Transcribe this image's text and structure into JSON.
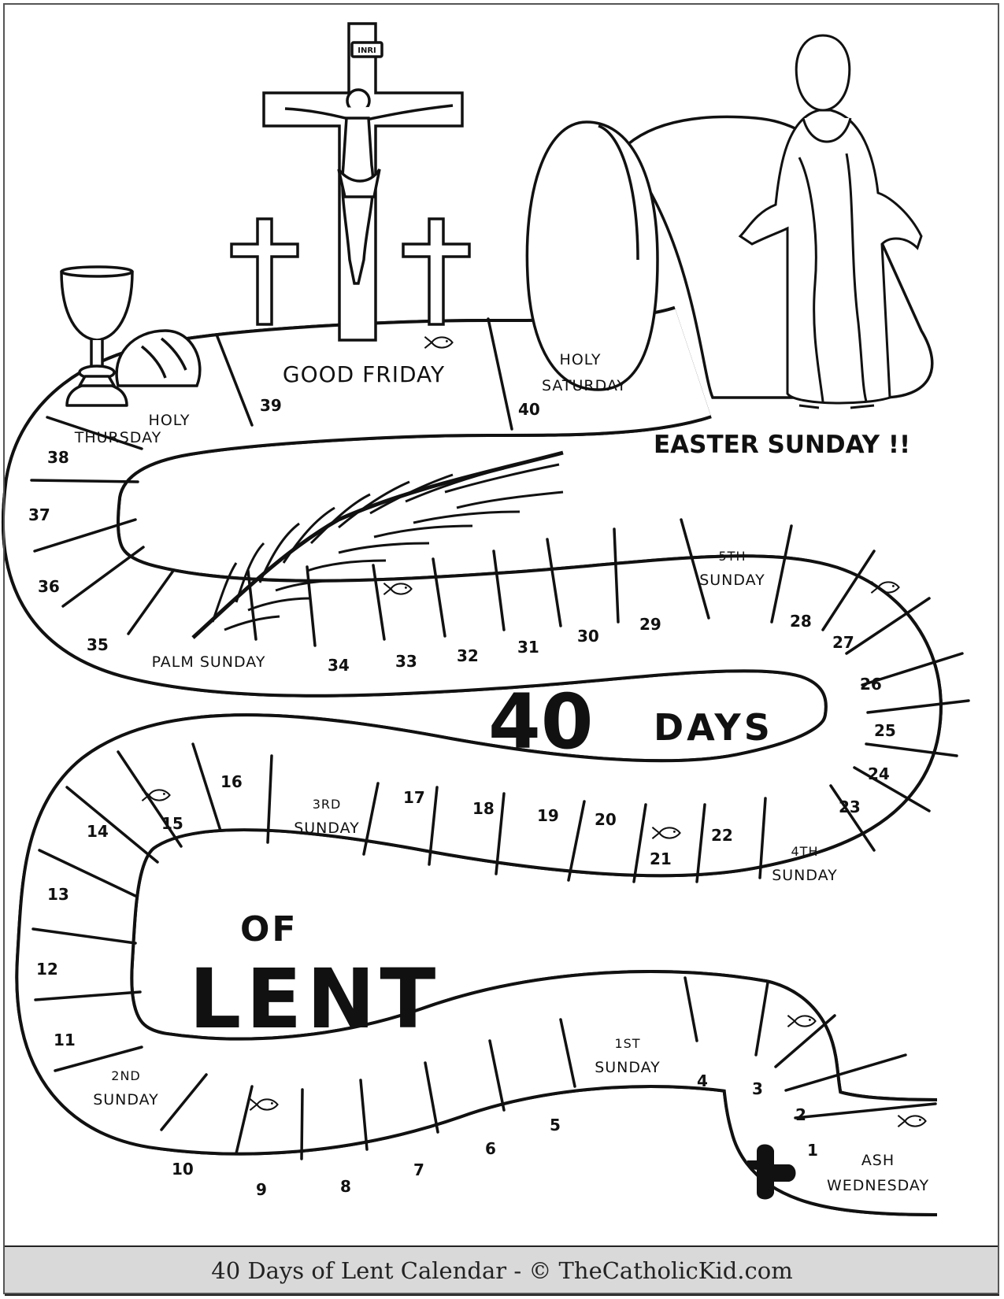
{
  "title": {
    "line1_number": "40",
    "line1_word": "DAYS",
    "line2": "OF",
    "line3": "LENT"
  },
  "easter": "EASTER SUNDAY !!",
  "inri": "INRI",
  "footer": "40 Days of Lent Calendar - © TheCatholicKid.com",
  "days": {
    "d1": "1",
    "d2": "2",
    "d3": "3",
    "d4": "4",
    "d5": "5",
    "d6": "6",
    "d7": "7",
    "d8": "8",
    "d9": "9",
    "d10": "10",
    "d11": "11",
    "d12": "12",
    "d13": "13",
    "d14": "14",
    "d15": "15",
    "d16": "16",
    "d17": "17",
    "d18": "18",
    "d19": "19",
    "d20": "20",
    "d21": "21",
    "d22": "22",
    "d23": "23",
    "d24": "24",
    "d25": "25",
    "d26": "26",
    "d27": "27",
    "d28": "28",
    "d29": "29",
    "d30": "30",
    "d31": "31",
    "d32": "32",
    "d33": "33",
    "d34": "34",
    "d35": "35",
    "d36": "36",
    "d37": "37",
    "d38": "38",
    "d39": "39",
    "d40": "40"
  },
  "labels": {
    "ash_1": "ASH",
    "ash_2": "WEDNESDAY",
    "sun1_1": "1ST",
    "sun1_2": "SUNDAY",
    "sun2_1": "2ND",
    "sun2_2": "SUNDAY",
    "sun3_1": "3RD",
    "sun3_2": "SUNDAY",
    "sun4_1": "4TH",
    "sun4_2": "SUNDAY",
    "sun5_1": "5TH",
    "sun5_2": "SUNDAY",
    "palm": "PALM SUNDAY",
    "thu_1": "HOLY",
    "thu_2": "THURSDAY",
    "fri": "GOOD FRIDAY",
    "sat_1": "HOLY",
    "sat_2": "SATURDAY"
  }
}
